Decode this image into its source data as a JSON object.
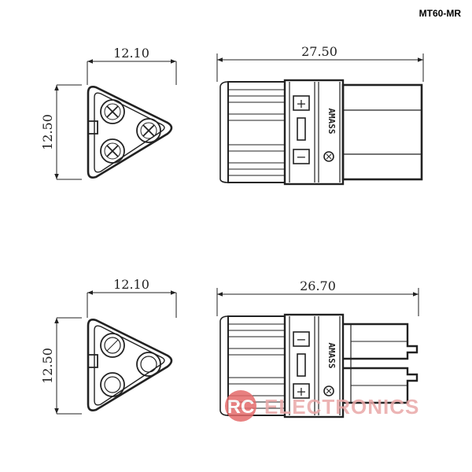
{
  "model": "MT60-MR",
  "top": {
    "front_width": "12.10",
    "front_height": "12.50",
    "side_length": "27.50",
    "plus_mark": "+",
    "minus_mark": "−",
    "brand": "AMASS"
  },
  "bottom": {
    "front_width": "12.10",
    "front_height": "12.50",
    "side_length": "26.70",
    "plus_mark": "+",
    "minus_mark": "−",
    "brand": "AMASS"
  },
  "watermark": {
    "logo_text": "RC",
    "text": "ELECTRONICS",
    "color": "#e46b6b"
  }
}
